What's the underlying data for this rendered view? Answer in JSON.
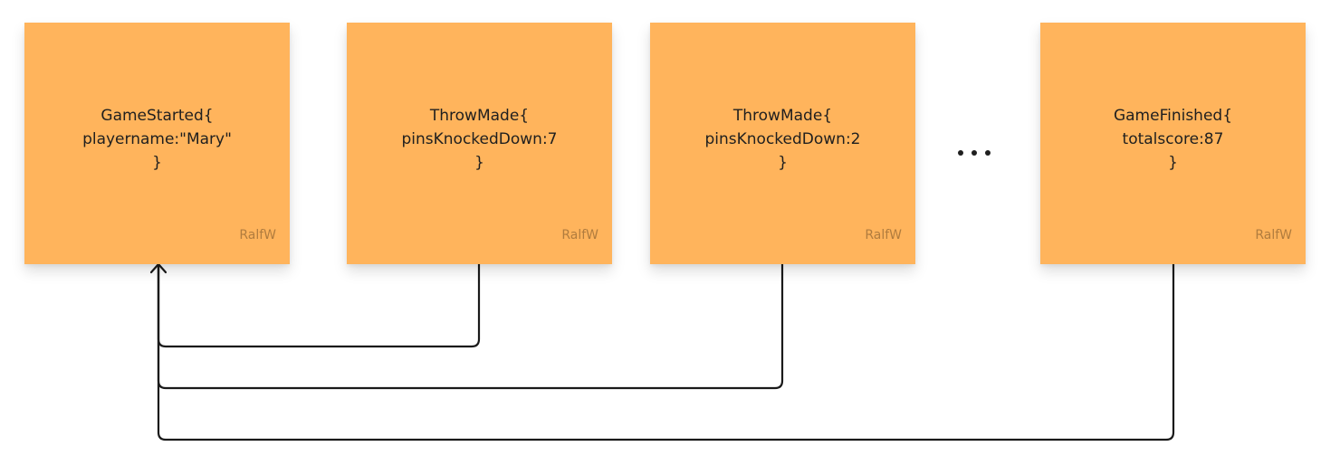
{
  "notes": [
    {
      "line1": "GameStarted{",
      "line2": "playername:\"Mary\"",
      "line3": "}",
      "author": "RalfW"
    },
    {
      "line1": "ThrowMade{",
      "line2": "pinsKnockedDown:7",
      "line3": "}",
      "author": "RalfW"
    },
    {
      "line1": "ThrowMade{",
      "line2": "pinsKnockedDown:2",
      "line3": "}",
      "author": "RalfW"
    },
    {
      "line1": "GameFinished{",
      "line2": "totalscore:87",
      "line3": "}",
      "author": "RalfW"
    }
  ],
  "colors": {
    "sticky": "#ffb45c",
    "text": "#1f1f1f",
    "author": "#b07c3e",
    "connector": "#1a1a1a"
  }
}
